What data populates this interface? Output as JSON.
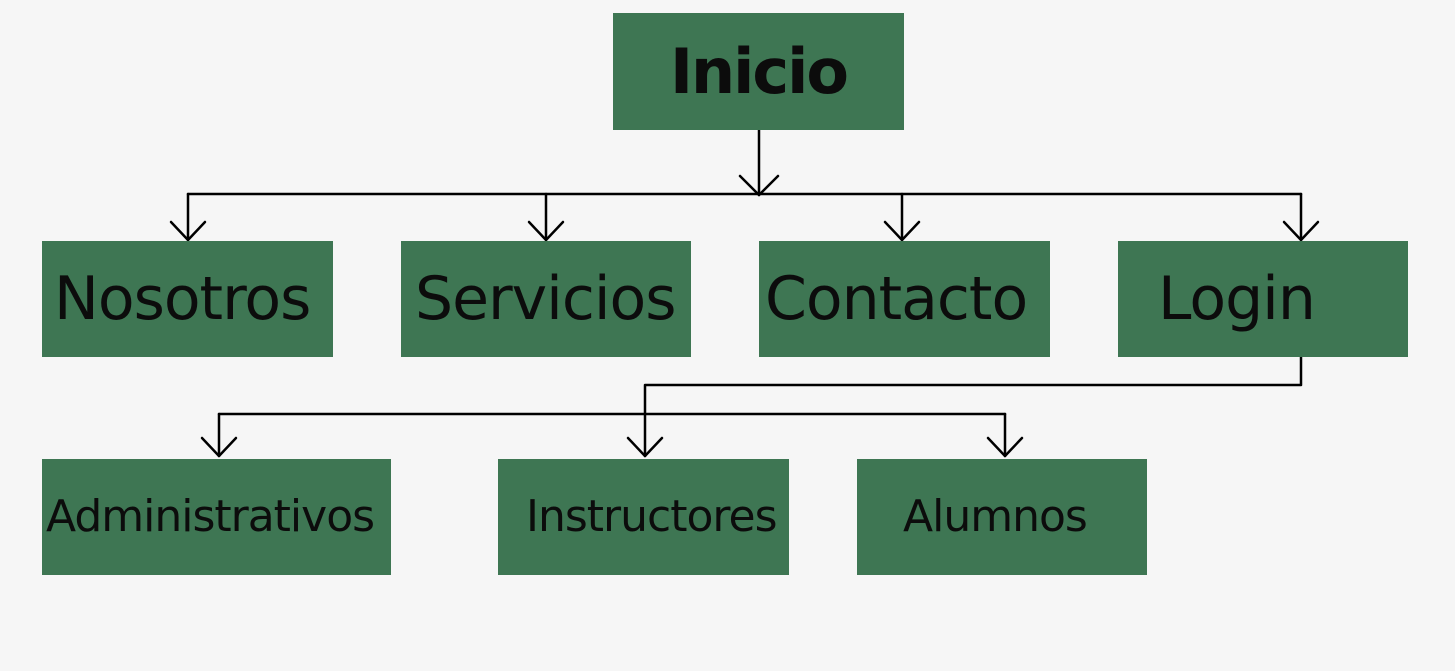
{
  "diagram": {
    "root": {
      "label": "Inicio"
    },
    "level1": [
      {
        "label": "Nosotros"
      },
      {
        "label": "Servicios"
      },
      {
        "label": "Contacto"
      },
      {
        "label": "Login"
      }
    ],
    "level2": [
      {
        "label": "Administrativos"
      },
      {
        "label": "Instructores"
      },
      {
        "label": "Alumnos"
      }
    ],
    "edges": [
      {
        "from": "Inicio",
        "to": "Nosotros"
      },
      {
        "from": "Inicio",
        "to": "Servicios"
      },
      {
        "from": "Inicio",
        "to": "Contacto"
      },
      {
        "from": "Inicio",
        "to": "Login"
      },
      {
        "from": "Login",
        "to": "Administrativos"
      },
      {
        "from": "Login",
        "to": "Instructores"
      },
      {
        "from": "Login",
        "to": "Alumnos"
      }
    ]
  },
  "colors": {
    "background": "#f6f6f6",
    "node_fill": "#3e7653",
    "text": "#0c0c0c",
    "connector": "#000000"
  }
}
